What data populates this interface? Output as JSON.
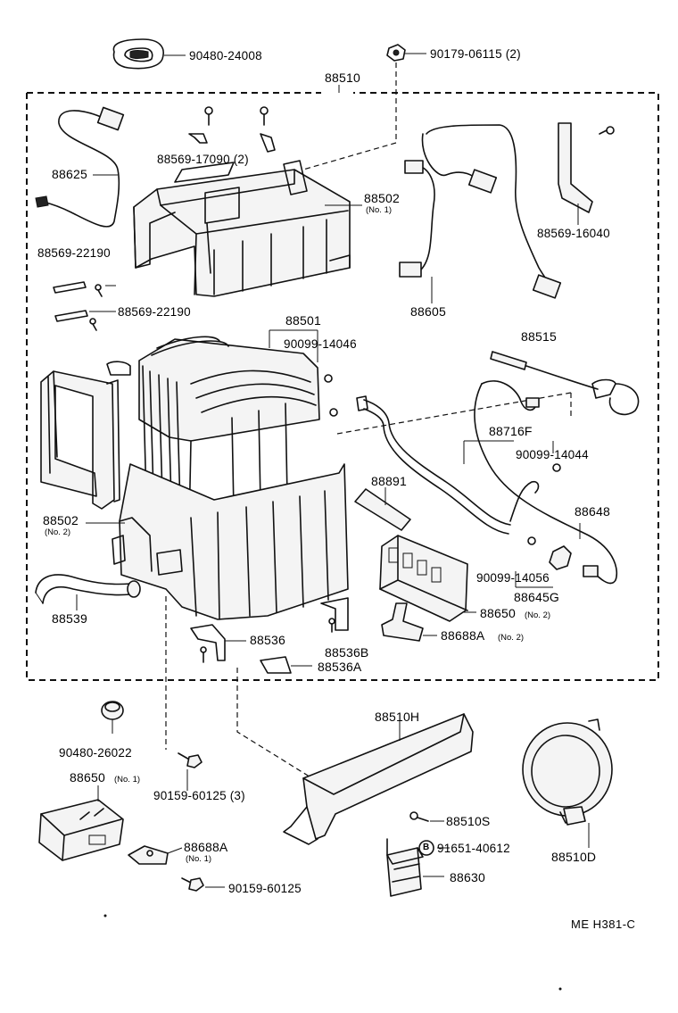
{
  "diagram": {
    "assembly_label": "88510",
    "labels": {
      "p90480_24008": "90480-24008",
      "p90179_06115": "90179-06115 (2)",
      "p88569_17090": "88569-17090 (2)",
      "p88625": "88625",
      "p88502_top": "88502",
      "p88502_top_sub": "(No. 1)",
      "p88569_22190_a": "88569-22190",
      "p88569_22190_b": "88569-22190",
      "p88569_16040": "88569-16040",
      "p88605": "88605",
      "p88501": "88501",
      "p90099_14046": "90099-14046",
      "p88515": "88515",
      "p88716F": "88716F",
      "p90099_14044": "90099-14044",
      "p88891": "88891",
      "p88648": "88648",
      "p88502_bot": "88502",
      "p88502_bot_sub": "(No. 2)",
      "p90099_14056": "90099-14056",
      "p88645G": "88645G",
      "p88539": "88539",
      "p88650_no2": "88650",
      "p88650_no2_sub": "(No. 2)",
      "p88536": "88536",
      "p88536B": "88536B",
      "p88688A_no2": "88688A",
      "p88688A_no2_sub": "(No. 2)",
      "p88536A": "88536A",
      "p90480_26022": "90480-26022",
      "p88510H": "88510H",
      "p88650_no1": "88650",
      "p88650_no1_sub": "(No. 1)",
      "p90159_60125_3": "90159-60125 (3)",
      "p88510S": "88510S",
      "p91651_40612": "91651-40612",
      "p88688A_no1": "88688A",
      "p88688A_no1_sub": "(No. 1)",
      "p88630": "88630",
      "p88510D": "88510D",
      "p90159_60125": "90159-60125",
      "b_marker": "B"
    },
    "figure_code": "ME  H381-C"
  }
}
